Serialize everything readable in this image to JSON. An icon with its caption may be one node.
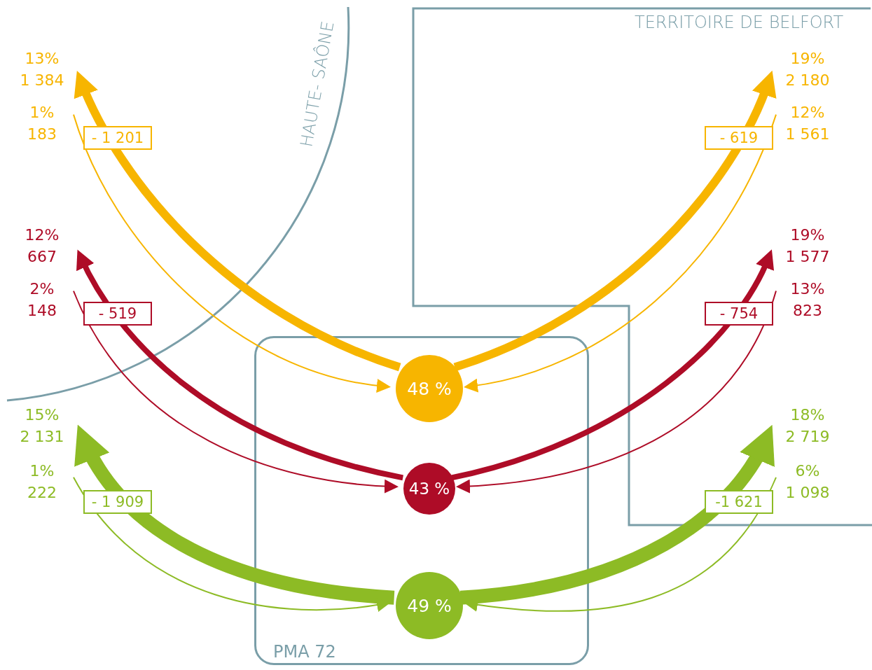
{
  "diagram": {
    "nodes": [
      {
        "text": [
          "PMA 72"
        ]
      },
      {
        "text": [
          "48 %"
        ],
        "in": 0
      },
      {
        "text": [
          "43 %"
        ],
        "in": 0
      },
      {
        "text": [
          "49 %"
        ],
        "in": 0
      },
      {
        "text": [
          "13%",
          "1 384"
        ]
      },
      {
        "text": [
          "1%",
          "183"
        ]
      },
      {
        "text": [
          "19%",
          "2 180"
        ]
      },
      {
        "text": [
          "12%",
          "1 561"
        ]
      },
      {
        "text": [
          "12%",
          "667"
        ]
      },
      {
        "text": [
          "2%",
          "148"
        ]
      },
      {
        "text": [
          "19%",
          "1 577"
        ]
      },
      {
        "text": [
          "13%",
          "823"
        ]
      },
      {
        "text": [
          "15%",
          "2 131"
        ]
      },
      {
        "text": [
          "1%",
          "222"
        ]
      },
      {
        "text": [
          "18%",
          "2 719"
        ]
      },
      {
        "text": [
          "6%",
          "1 098"
        ]
      }
    ],
    "edges": [
      {
        "from": 1,
        "to": 4,
        "arrow": "to",
        "style": "thick",
        "color": "#f7b500"
      },
      {
        "from": 5,
        "to": 1,
        "arrow": "to",
        "color": "#f7b500"
      },
      {
        "from": 1,
        "to": 6,
        "arrow": "to",
        "style": "thick",
        "color": "#f7b500"
      },
      {
        "from": 7,
        "to": 1,
        "arrow": "to",
        "color": "#f7b500"
      },
      {
        "from": 2,
        "to": 8,
        "arrow": "to",
        "style": "thick",
        "color": "#ae0c27"
      },
      {
        "from": 9,
        "to": 2,
        "arrow": "to",
        "color": "#ae0c27"
      },
      {
        "from": 2,
        "to": 10,
        "arrow": "to",
        "style": "thick",
        "color": "#ae0c27"
      },
      {
        "from": 11,
        "to": 2,
        "arrow": "to",
        "color": "#ae0c27"
      },
      {
        "from": 3,
        "to": 12,
        "arrow": "to",
        "style": "thick",
        "color": "#8dbb25"
      },
      {
        "from": 13,
        "to": 3,
        "arrow": "to",
        "color": "#8dbb25"
      },
      {
        "from": 3,
        "to": 14,
        "arrow": "to",
        "style": "thick",
        "color": "#8dbb25"
      },
      {
        "from": 15,
        "to": 3,
        "arrow": "to",
        "color": "#8dbb25"
      }
    ],
    "labels": [
      "HAUTE- SAÔNE",
      "TERRITOIRE DE BELFORT",
      "- 1 201",
      "- 619",
      "- 519",
      "- 754",
      "- 1 909",
      "-1 621"
    ]
  }
}
